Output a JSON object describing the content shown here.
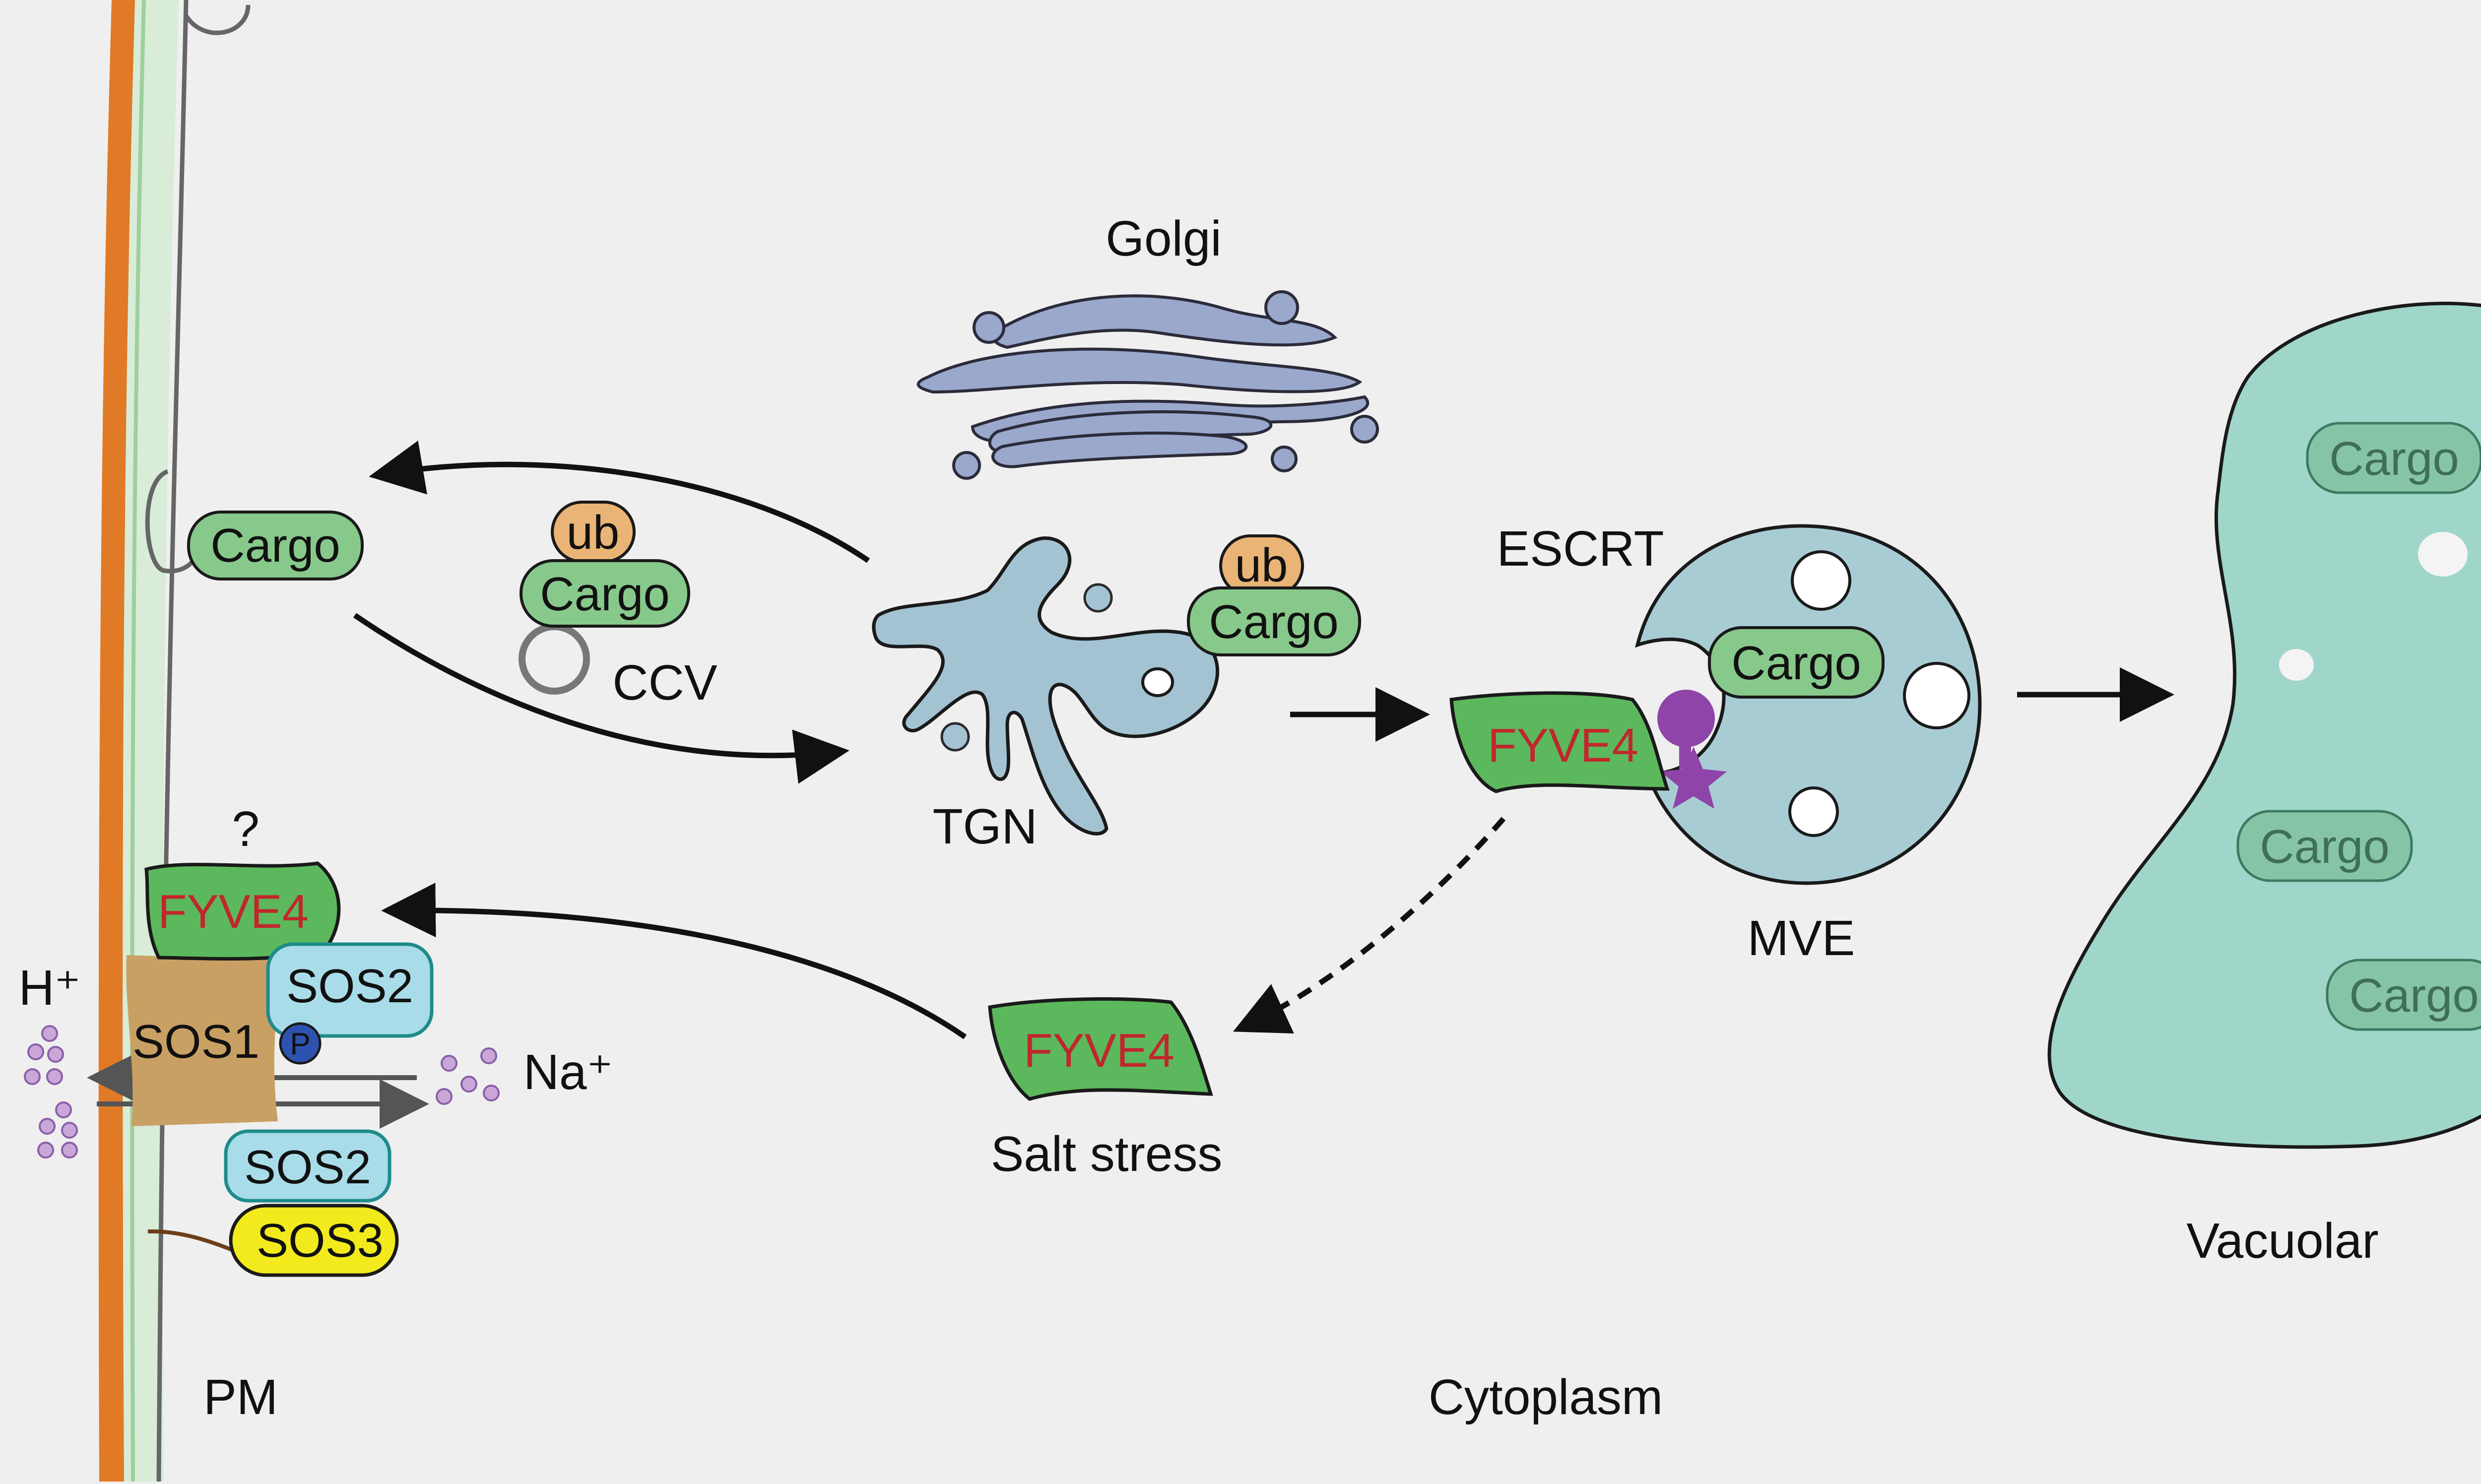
{
  "labels": {
    "golgi": "Golgi",
    "tgn": "TGN",
    "ccv": "CCV",
    "escrt": "ESCRT",
    "mve": "MVE",
    "vacuolar": "Vacuolar",
    "cytoplasm": "Cytoplasm",
    "pm": "PM",
    "salt_stress": "Salt stress",
    "question": "?",
    "h_ion": "H⁺",
    "na_ion": "Na⁺"
  },
  "proteins": {
    "cargo": "Cargo",
    "ub": "ub",
    "fyve4": "FYVE4",
    "sos1": "SOS1",
    "sos2": "SOS2",
    "sos3": "SOS3",
    "p": "P"
  },
  "colors": {
    "background": "#efefef",
    "cell_wall": "#e07a26",
    "membrane_band": "#d8ecd8",
    "cargo_fill": "#87c98a",
    "ub_fill": "#e9b475",
    "fyve4_fill": "#5cb85c",
    "fyve4_text": "#c0272d",
    "golgi_fill": "#9aa8cc",
    "tgn_fill": "#a3c3d3",
    "mve_fill": "#a8ccd4",
    "vacuole_fill": "#9fd6c9",
    "escrt_fill": "#8e44a8",
    "sos1_fill": "#c9a064",
    "sos2_fill": "#a8dce8",
    "sos3_fill": "#f2ea1d",
    "ion_fill": "#c9a8d8"
  }
}
